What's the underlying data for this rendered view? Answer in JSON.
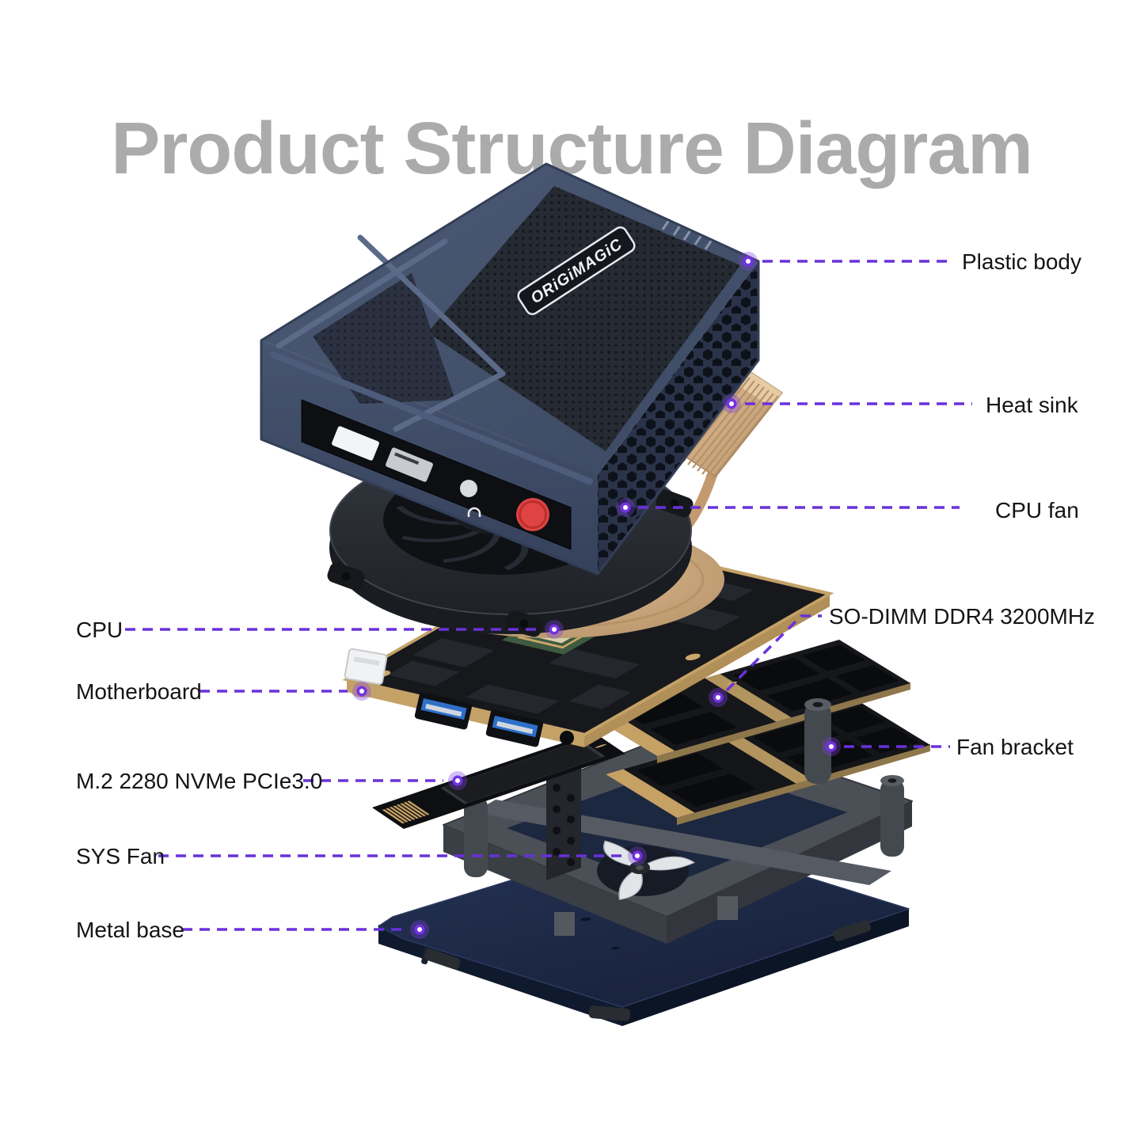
{
  "title": "Product Structure Diagram",
  "device": {
    "brand": "ORiGiMAGiC"
  },
  "callouts": {
    "plastic_body": {
      "text": "Plastic body",
      "side": "right"
    },
    "heat_sink": {
      "text": "Heat sink",
      "side": "right"
    },
    "cpu_fan": {
      "text": "CPU fan",
      "side": "right"
    },
    "so_dimm": {
      "text": "SO-DIMM DDR4 3200MHz",
      "side": "right"
    },
    "fan_bracket": {
      "text": "Fan bracket",
      "side": "right"
    },
    "cpu": {
      "text": "CPU",
      "side": "left"
    },
    "motherboard": {
      "text": "Motherboard",
      "side": "left"
    },
    "m2_ssd": {
      "text": "M.2 2280 NVMe PCIe3.0",
      "side": "left"
    },
    "sys_fan": {
      "text": "SYS Fan",
      "side": "left"
    },
    "metal_base": {
      "text": "Metal base",
      "side": "left"
    }
  },
  "colors": {
    "accent": "#6931DB",
    "title_gray": "#ABABAB",
    "label_text": "#141414",
    "case_navy": "#3E4A66",
    "heat_sink_copper": "#C9A173",
    "power_button_red": "#E04343",
    "usb_blue": "#2E6FC9"
  }
}
